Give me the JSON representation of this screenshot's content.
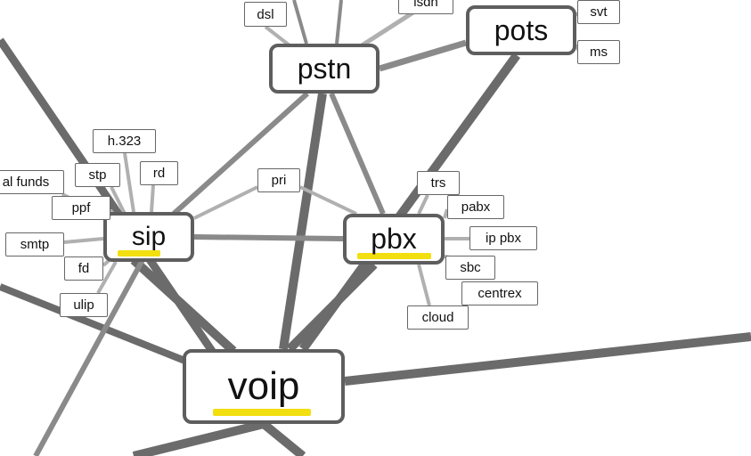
{
  "diagram": {
    "nodes": {
      "voip": {
        "label": "voip"
      },
      "sip": {
        "label": "sip"
      },
      "pbx": {
        "label": "pbx"
      },
      "pstn": {
        "label": "pstn"
      },
      "pots": {
        "label": "pots"
      },
      "dsl": {
        "label": "dsl"
      },
      "isdn": {
        "label": "isdn"
      },
      "svt": {
        "label": "svt"
      },
      "ms": {
        "label": "ms"
      },
      "h323": {
        "label": "h.323"
      },
      "stp": {
        "label": "stp"
      },
      "rd": {
        "label": "rd"
      },
      "funds": {
        "label": "al funds"
      },
      "ppf": {
        "label": "ppf"
      },
      "smtp": {
        "label": "smtp"
      },
      "fd": {
        "label": "fd"
      },
      "ulip": {
        "label": "ulip"
      },
      "pri": {
        "label": "pri"
      },
      "trs": {
        "label": "trs"
      },
      "pabx": {
        "label": "pabx"
      },
      "ippbx": {
        "label": "ip pbx"
      },
      "sbc": {
        "label": "sbc"
      },
      "centrex": {
        "label": "centrex"
      },
      "cloud": {
        "label": "cloud"
      }
    },
    "highlighted": [
      "voip",
      "sip",
      "pbx"
    ],
    "colors": {
      "edge_dark": "#6b6b6b",
      "edge_mid": "#8a8a8a",
      "edge_light": "#b0b0b0",
      "highlight": "#f2df0f",
      "node_border": "#5e5e5e"
    }
  }
}
